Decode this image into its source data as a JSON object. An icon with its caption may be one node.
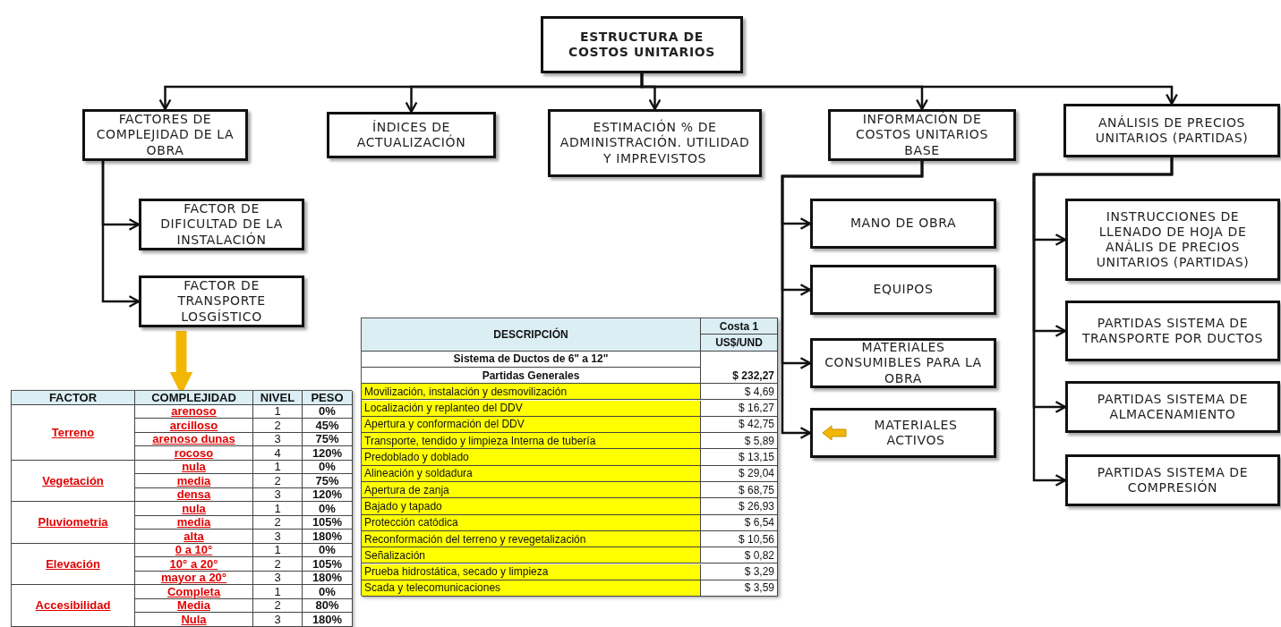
{
  "diagram": {
    "nodes": [
      {
        "text": [
          "ESTRUCTURA DE COSTOS UNITARIOS"
        ]
      },
      {
        "text": [
          "FACTORES DE COMPLEJIDAD DE LA OBRA"
        ]
      },
      {
        "text": [
          "ÍNDICES DE ACTUALIZACIÓN"
        ]
      },
      {
        "text": [
          "ESTIMACIÓN % DE ADMINISTRACIÓN. UTILIDAD Y IMPREVISTOS"
        ]
      },
      {
        "text": [
          "INFORMACIÓN DE COSTOS UNITARIOS BASE"
        ]
      },
      {
        "text": [
          "ANÁLISIS DE PRECIOS UNITARIOS (PARTIDAS)"
        ]
      },
      {
        "text": [
          "FACTOR DE DIFICULTAD DE LA INSTALACIÓN"
        ]
      },
      {
        "text": [
          "FACTOR DE TRANSPORTE LOSGÍSTICO"
        ]
      },
      {
        "text": [
          "MANO DE OBRA"
        ]
      },
      {
        "text": [
          "EQUIPOS"
        ]
      },
      {
        "text": [
          "MATERIALES CONSUMIBLES PARA LA OBRA"
        ]
      },
      {
        "text": [
          "MATERIALES ACTIVOS"
        ]
      },
      {
        "text": [
          "INSTRUCCIONES DE LLENADO DE HOJA DE ANÁLIS DE PRECIOS UNITARIOS (PARTIDAS)"
        ]
      },
      {
        "text": [
          "PARTIDAS SISTEMA DE TRANSPORTE POR DUCTOS"
        ]
      },
      {
        "text": [
          "PARTIDAS SISTEMA DE ALMACENAMIENTO"
        ]
      },
      {
        "text": [
          "PARTIDAS SISTEMA DE COMPRESIÓN"
        ]
      },
      {
        "text": [],
        "shape": "table"
      },
      {
        "text": [],
        "shape": "table"
      }
    ],
    "edges": [
      {
        "from": 0,
        "to": 1,
        "arrow": "to"
      },
      {
        "from": 0,
        "to": 2,
        "arrow": "to"
      },
      {
        "from": 0,
        "to": 3,
        "arrow": "to"
      },
      {
        "from": 0,
        "to": 4,
        "arrow": "to"
      },
      {
        "from": 0,
        "to": 5,
        "arrow": "to"
      },
      {
        "from": 1,
        "to": 6,
        "arrow": "to"
      },
      {
        "from": 1,
        "to": 7,
        "arrow": "to"
      },
      {
        "from": 7,
        "to": 16,
        "arrow": "to",
        "style": "thick",
        "color": "#f2b705"
      },
      {
        "from": 4,
        "to": 8,
        "arrow": "to"
      },
      {
        "from": 4,
        "to": 9,
        "arrow": "to"
      },
      {
        "from": 4,
        "to": 10,
        "arrow": "to"
      },
      {
        "from": 4,
        "to": 11,
        "arrow": "to"
      },
      {
        "from": 5,
        "to": 12,
        "arrow": "to"
      },
      {
        "from": 5,
        "to": 13,
        "arrow": "to"
      },
      {
        "from": 5,
        "to": 14,
        "arrow": "to"
      },
      {
        "from": 5,
        "to": 15,
        "arrow": "to"
      }
    ],
    "labels": [
      "FACTOR",
      "COMPLEJIDAD",
      "NIVEL",
      "PESO",
      "Terreno",
      "arenoso",
      "1",
      "0%",
      "arcilloso",
      "2",
      "45%",
      "arenoso dunas",
      "3",
      "75%",
      "rocoso",
      "4",
      "120%",
      "Vegetación",
      "nula",
      "1",
      "0%",
      "media",
      "2",
      "75%",
      "densa",
      "3",
      "120%",
      "Pluviometria",
      "nula",
      "1",
      "0%",
      "media",
      "2",
      "105%",
      "alta",
      "3",
      "180%",
      "Elevación",
      "0 a 10°",
      "1",
      "0%",
      "10° a 20°",
      "2",
      "105%",
      "mayor a 20°",
      "3",
      "180%",
      "Accesibilidad",
      "Completa",
      "1",
      "0%",
      "Media",
      "2",
      "80%",
      "Nula",
      "3",
      "180%",
      "DESCRIPCIÓN",
      "Costa 1",
      "US$/UND",
      "Sistema de Ductos de 6\" a 12\"",
      "Partidas Generales",
      "$ 232,27",
      "Movilización, instalación y desmovilización",
      "$ 4,69",
      "Localización y replanteo del DDV",
      "$ 16,27",
      "Apertura y conformación del DDV",
      "$ 42,75",
      "Transporte, tendido y limpieza Interna de tubería",
      "$ 5,89",
      "Predoblado y doblado",
      "$ 13,15",
      "Alineación y soldadura",
      "$ 29,04",
      "Apertura de zanja",
      "$ 68,75",
      "Bajado y tapado",
      "$ 26,93",
      "Protección catódica",
      "$ 6,54",
      "Reconformación del terreno y revegetalización",
      "$ 10,56",
      "Señalización",
      "$ 0,82",
      "Prueba hidrostática, secado y limpieza",
      "$ 3,29",
      "Scada y telecomunicaciones",
      "$ 3,59"
    ]
  }
}
